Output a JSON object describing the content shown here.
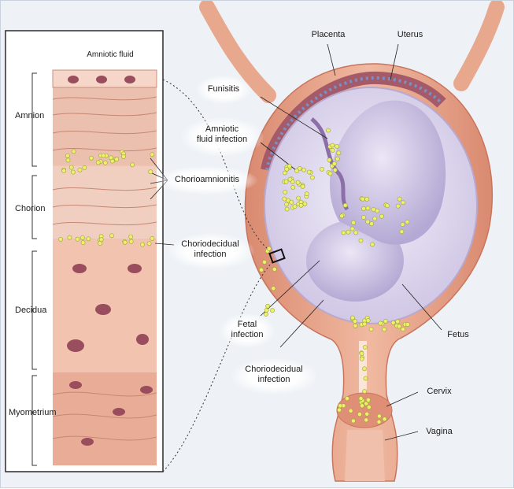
{
  "colors": {
    "tissue": "#e7a88e",
    "tissue_dark": "#c9745d",
    "infection_dot": "#eef06a",
    "fluid": "#dcd6ec",
    "fetus": "#c7bfe0",
    "nucleus": "#9a4d5c"
  },
  "inset": {
    "header": "Amniotic fluid",
    "layers": [
      "Amnion",
      "Chorion",
      "Decidua",
      "Myometrium"
    ]
  },
  "labels": {
    "chorioamnionitis": "Chorioamnionitis",
    "choriodecidual_left": [
      "Choriodecidual",
      "infection"
    ],
    "placenta": "Placenta",
    "uterus": "Uterus",
    "funisitis": "Funisitis",
    "amniotic_infection": [
      "Amniotic",
      "fluid infection"
    ],
    "fetal_infection": [
      "Fetal",
      "infection"
    ],
    "choriodecidual_bottom": [
      "Choriodecidual",
      "infection"
    ],
    "fetus": "Fetus",
    "cervix": "Cervix",
    "vagina": "Vagina"
  }
}
